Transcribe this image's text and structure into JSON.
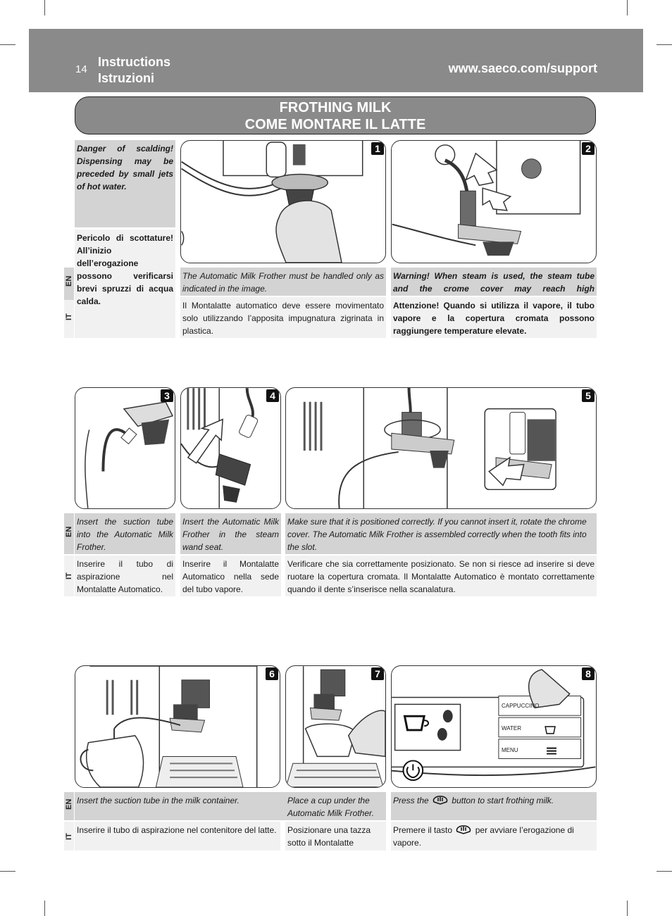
{
  "header": {
    "page_number": "14",
    "title_en": "Instructions",
    "title_it": "Istruzioni",
    "url": "www.saeco.com/support"
  },
  "banner": {
    "title_en": "FROTHING MILK",
    "title_it": "COME MONTARE IL LATTE"
  },
  "lang_labels": {
    "en": "EN",
    "it": "IT"
  },
  "steps": [
    {
      "number": "1"
    },
    {
      "number": "2"
    },
    {
      "number": "3"
    },
    {
      "number": "4"
    },
    {
      "number": "5"
    },
    {
      "number": "6"
    },
    {
      "number": "7"
    },
    {
      "number": "8"
    }
  ],
  "warning": {
    "en": "Danger of scalding! Dispensing may be preceded by small jets of hot water.",
    "it": "Pericolo di scottature! All’inizio dell’erogazione possono verificarsi brevi spruzzi di acqua calda."
  },
  "text1": {
    "en": "The Automatic Milk Frother must be handled only as indicated in the image.",
    "it": "Il Montalatte automatico deve essere movimentato solo utilizzando l’apposita impugnatura zigrinata in plastica."
  },
  "text2": {
    "en": "Warning! When steam is used, the steam tube and the crome cover may reach high temperatures.",
    "it": "Attenzione! Quando si utilizza il vapore, il tubo vapore e la copertura cromata possono raggiungere temperature elevate."
  },
  "text3": {
    "en": "Insert the suction tube into the Automatic Milk Frother.",
    "it": "Inserire il tubo di aspirazione nel Montalatte Automatico."
  },
  "text4": {
    "en": "Insert the Automatic Milk Frother in the steam wand seat.",
    "it": "Inserire il Montalatte Automatico nella sede del tubo vapore."
  },
  "text5": {
    "en": "Make sure that it is positioned correctly. If you cannot insert it, rotate the chrome cover. The Automatic Milk Frother is assembled correctly when the tooth fits into the slot.",
    "it": "Verificare che sia correttamente posizionato. Se non si riesce ad inserire si deve ruotare la copertura cromata. Il Montalatte Automatico è montato correttamente quando il dente s’inserisce nella scanalatura."
  },
  "text6": {
    "en": "Insert the suction tube in the milk container.",
    "it": "Inserire il tubo di aspirazione nel contenitore del latte."
  },
  "text7": {
    "en": "Place a cup under the Automatic Milk Frother.",
    "it": "Posizionare una tazza sotto il Montalatte Automatico."
  },
  "text8": {
    "en_before": "Press the",
    "en_after": "button to start frothing milk.",
    "it_before": "Premere il tasto",
    "it_after": "per avviare l’erogazione di vapore."
  },
  "panel8_buttons": {
    "cappuccino": "CAPPUCCINO",
    "water": "WATER",
    "menu": "MENU"
  }
}
